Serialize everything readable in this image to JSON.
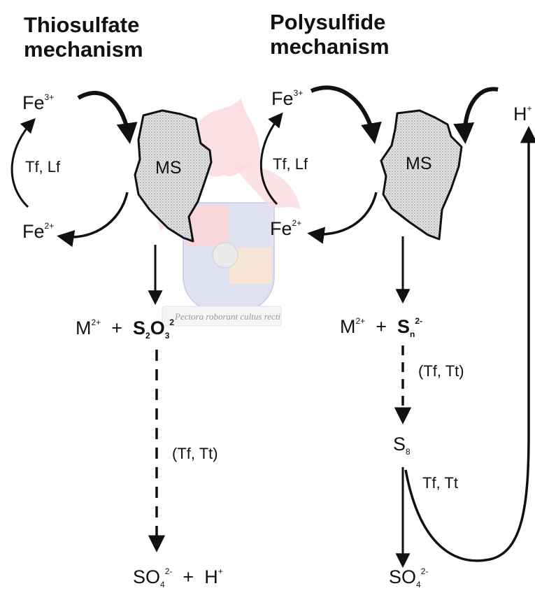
{
  "titles": {
    "thiosulfate": "Thiosulfate\nmechanism",
    "polysulfide": "Polysulfide\nmechanism"
  },
  "thiosulfate": {
    "fe_top": "Fe",
    "fe_top_charge": "3+",
    "fe_bottom": "Fe",
    "fe_bottom_charge": "2+",
    "cycle_label": "Tf, Lf",
    "mineral": "MS",
    "metal": "M",
    "metal_charge": "2+",
    "plus": "+",
    "product_s": "S",
    "product_s_sub": "2",
    "product_o": "O",
    "product_o_sub": "3",
    "product_charge": "2",
    "oxidizers": "(Tf, Tt)",
    "final_so": "SO",
    "final_so_sub": "4",
    "final_so_charge": "2-",
    "final_plus": "+",
    "final_h": "H",
    "final_h_charge": "+"
  },
  "polysulfide": {
    "fe_top": "Fe",
    "fe_top_charge": "3+",
    "fe_bottom": "Fe",
    "fe_bottom_charge": "2+",
    "cycle_label": "Tf, Lf",
    "proton": "H",
    "proton_charge": "+",
    "mineral": "MS",
    "metal": "M",
    "metal_charge": "2+",
    "plus": "+",
    "sn": "S",
    "sn_sub": "n",
    "sn_charge": "2-",
    "oxidizers_1": "(Tf, Tt)",
    "s8": "S",
    "s8_sub": "8",
    "oxidizers_2": "Tf, Tt",
    "final_so": "SO",
    "final_so_sub": "4",
    "final_so_charge": "2-"
  },
  "watermark": {
    "motto": "Pectora roborant cultus recti"
  }
}
